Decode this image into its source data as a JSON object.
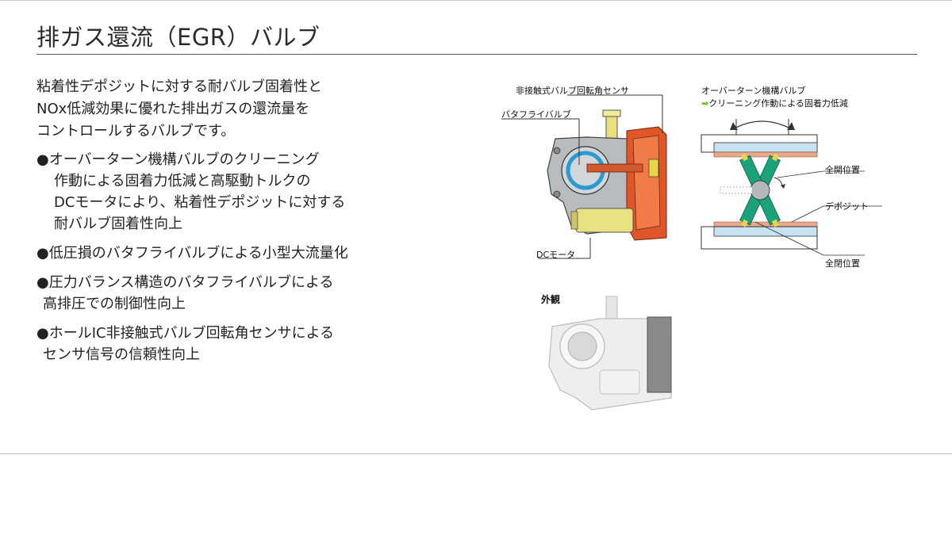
{
  "title": "排ガス還流（EGR）バルブ",
  "intro": [
    "粘着性デポジットに対する耐バルブ固着性と",
    "NOx低減効果に優れた排出ガスの還流量を",
    "コントロールするバルブです。"
  ],
  "bullets": [
    {
      "lines": [
        "●オーバーターン機構バルブのクリーニング",
        "作動による固着力低減と高駆動トルクの",
        "DCモータにより、粘着性デポジットに対する",
        "耐バルブ固着性向上"
      ]
    },
    {
      "lines": [
        "●低圧損のバタフライバルブによる小型大流量化"
      ]
    },
    {
      "lines": [
        "●圧力バランス構造のバタフライバルブによる",
        "高排圧での制御性向上"
      ]
    },
    {
      "lines": [
        "●ホールIC非接触式バルブ回転角センサによる",
        "センサ信号の信頼性向上"
      ]
    }
  ],
  "diagram_labels": {
    "sensor": "非接触式バルブ回転角センサ",
    "butterfly": "バタフライバルブ",
    "dc_motor": "DCモータ",
    "overturn_title": "オーバーターン機構バルブ",
    "cleaning_note": "クリーニング作動による固着力低減",
    "full_open": "全開位置",
    "deposit": "デポジット",
    "full_close": "全閉位置",
    "appearance": "外観"
  },
  "colors": {
    "accent_green": "#7bbf2a",
    "housing_orange": "#e0562a",
    "valve_green": "#1aa37a",
    "pipe_blue": "#c8e2f2"
  }
}
